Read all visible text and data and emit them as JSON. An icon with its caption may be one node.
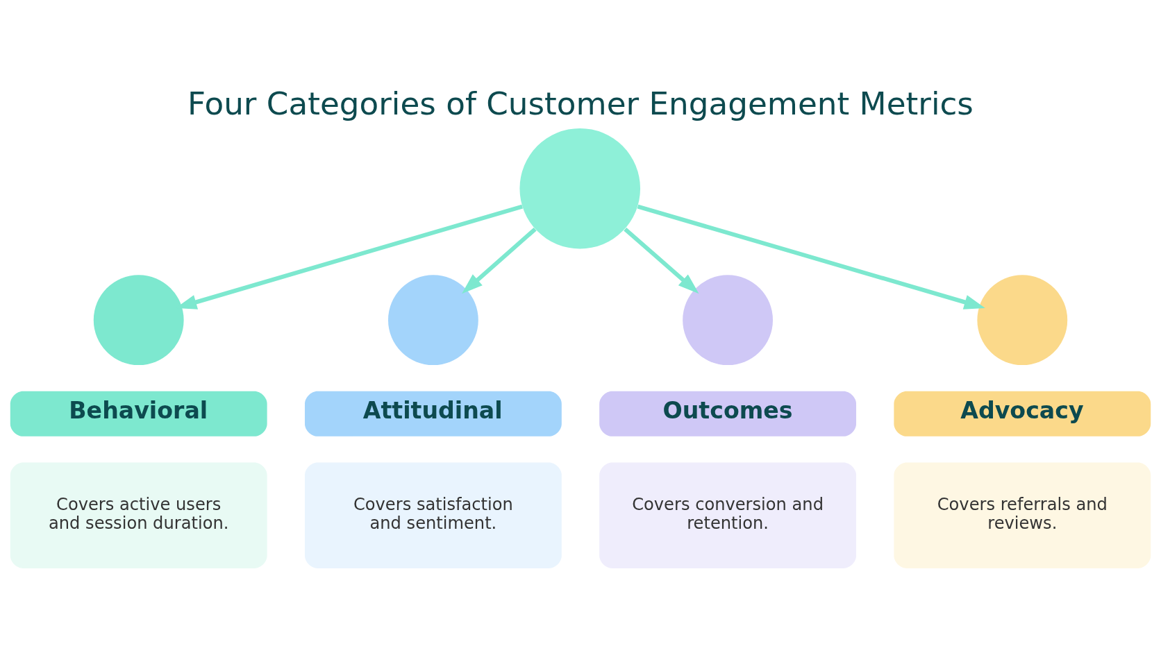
{
  "diagram": {
    "title": "Four Categories of Customer Engagement Metrics",
    "nodes": [
      {
        "text": [],
        "shape": "circle"
      },
      {
        "text": [],
        "shape": "circle"
      },
      {
        "text": [],
        "shape": "circle"
      },
      {
        "text": [],
        "shape": "circle"
      },
      {
        "text": [],
        "shape": "circle"
      },
      {
        "text": [
          "Behavioral"
        ]
      },
      {
        "text": [
          "Attitudinal"
        ]
      },
      {
        "text": [
          "Outcomes"
        ]
      },
      {
        "text": [
          "Advocacy"
        ]
      },
      {
        "text": [
          "Covers active users and session duration."
        ]
      },
      {
        "text": [
          "Covers satisfaction and sentiment."
        ]
      },
      {
        "text": [
          "Covers conversion and retention."
        ]
      },
      {
        "text": [
          "Covers referrals and reviews."
        ]
      }
    ],
    "edges": [
      {
        "from": 0,
        "to": 1,
        "arrow": "to"
      },
      {
        "from": 0,
        "to": 2,
        "arrow": "to"
      },
      {
        "from": 0,
        "to": 3,
        "arrow": "to"
      },
      {
        "from": 0,
        "to": 4,
        "arrow": "to"
      }
    ]
  }
}
